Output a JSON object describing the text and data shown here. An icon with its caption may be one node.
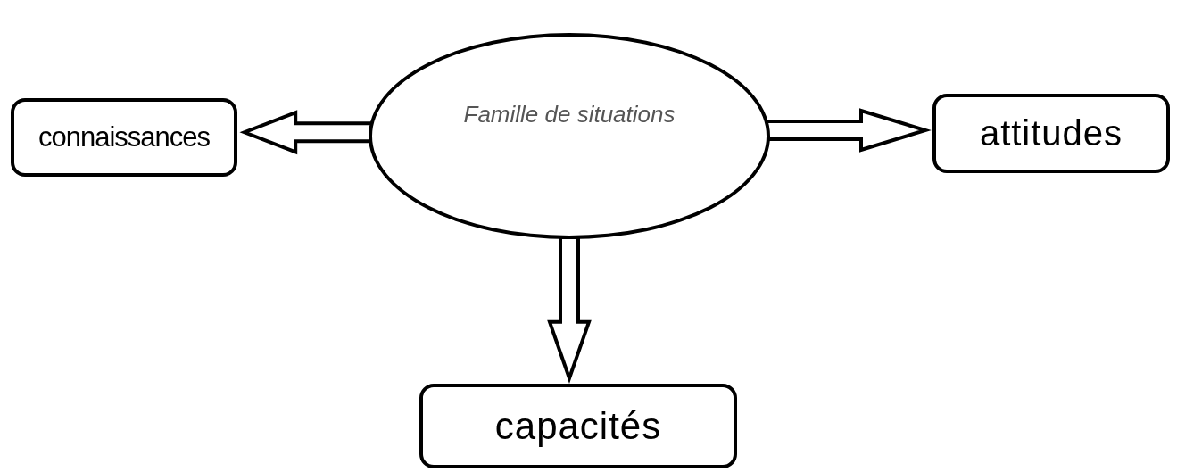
{
  "diagram": {
    "nodes": [
      {
        "text": [
          "Famille de situations"
        ]
      },
      {
        "text": [
          "connaissances"
        ]
      },
      {
        "text": [
          "attitudes"
        ]
      },
      {
        "text": [
          "capacités"
        ]
      }
    ],
    "edges": [
      {
        "from": 0,
        "to": 1,
        "arrow": "to"
      },
      {
        "from": 0,
        "to": 2,
        "arrow": "to"
      },
      {
        "from": 0,
        "to": 3,
        "arrow": "to"
      }
    ]
  }
}
